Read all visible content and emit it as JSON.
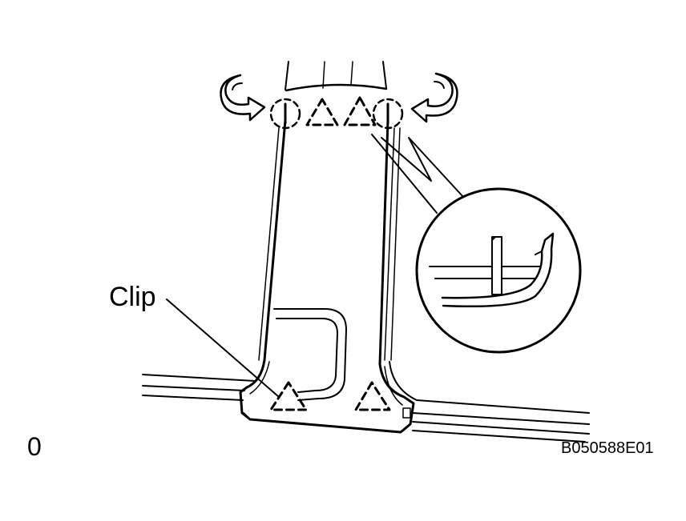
{
  "labels": {
    "clip": "Clip",
    "step": "0",
    "figure_code": "B050588E01"
  },
  "colors": {
    "ink": "#000000",
    "paper": "#ffffff"
  },
  "icons": {
    "rotate_arrow": "curved-rotate-arrow-icon",
    "clip_marker": "dashed-triangle-clip-icon",
    "claw_marker": "dashed-circle-claw-icon"
  }
}
